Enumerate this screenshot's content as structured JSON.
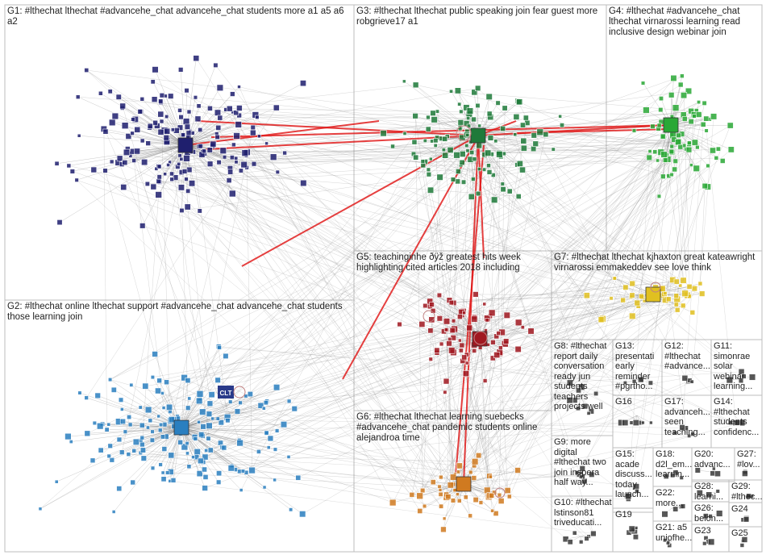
{
  "network": {
    "groups": [
      {
        "id": "G1",
        "label": "G1: #lthechat lthechat #advancehe_chat advancehe_chat students more a1 a5 a6 a2",
        "color": "#1f1f6e"
      },
      {
        "id": "G2",
        "label": "G2: #lthechat online lthechat support #advancehe_chat advancehe_chat students those learning join",
        "color": "#2a7fc0"
      },
      {
        "id": "G3",
        "label": "G3: #lthechat lthechat public speaking join fear guest more robgrieve17 a1",
        "color": "#1f7a3a"
      },
      {
        "id": "G4",
        "label": "G4: #lthechat #advancehe_chat lthechat virnarossi learning read inclusive design webinar join",
        "color": "#2aa836"
      },
      {
        "id": "G5",
        "label": "G5: teachinginhe ðÿž greatest hits week highlighting cited articles 2018 including",
        "color": "#a01820"
      },
      {
        "id": "G6",
        "label": "G6: #lthechat lthechat learning suebecks #advancehe_chat pandemic students online alejandroa time",
        "color": "#d07a20"
      },
      {
        "id": "G7",
        "label": "G7: #lthechat lthechat kjhaxton great kateawright virnarossi emmakeddev see love think",
        "color": "#e0c020"
      },
      {
        "id": "G8",
        "label": "G8: #lthechat report daily conversation ready jun students teachers projects well",
        "color": "#3a3a3a"
      },
      {
        "id": "G9",
        "label": "G9: more digital #lthechat two join inspera half way...",
        "color": "#3a3a3a"
      },
      {
        "id": "G10",
        "label": "G10: #lthechat lstinson81 triveducati...",
        "color": "#3a3a3a"
      },
      {
        "id": "G11",
        "label": "G11: simonrae solar webinar learning...",
        "color": "#3a3a3a"
      },
      {
        "id": "G12",
        "label": "G12: #lthechat #advance...",
        "color": "#3a3a3a"
      },
      {
        "id": "G13",
        "label": "G13: presentati early reminder #pgrtho...",
        "color": "#3a3a3a"
      },
      {
        "id": "G14",
        "label": "G14: #lthechat students confidenc...",
        "color": "#3a3a3a"
      },
      {
        "id": "G15",
        "label": "G15: acade discuss... today launch...",
        "color": "#3a3a3a"
      },
      {
        "id": "G16",
        "label": "G16",
        "color": "#3a3a3a"
      },
      {
        "id": "G17",
        "label": "G17: advanceh... seen teaching...",
        "color": "#3a3a3a"
      },
      {
        "id": "G18",
        "label": "G18: d2l_em... learnin...",
        "color": "#3a3a3a"
      },
      {
        "id": "G19",
        "label": "G19",
        "color": "#3a3a3a"
      },
      {
        "id": "G20",
        "label": "G20: advanc...",
        "color": "#3a3a3a"
      },
      {
        "id": "G21",
        "label": "G21: a5 uniofhe...",
        "color": "#3a3a3a"
      },
      {
        "id": "G22",
        "label": "G22: more...",
        "color": "#3a3a3a"
      },
      {
        "id": "G23",
        "label": "G23",
        "color": "#3a3a3a"
      },
      {
        "id": "G24",
        "label": "G24",
        "color": "#3a3a3a"
      },
      {
        "id": "G25",
        "label": "G25",
        "color": "#3a3a3a"
      },
      {
        "id": "G26",
        "label": "G26: belon...",
        "color": "#3a3a3a"
      },
      {
        "id": "G27",
        "label": "G27: #lov...",
        "color": "#3a3a3a"
      },
      {
        "id": "G28",
        "label": "G28: learni...",
        "color": "#3a3a3a"
      },
      {
        "id": "G29",
        "label": "G29: #lthec...",
        "color": "#3a3a3a"
      }
    ],
    "node_label": "CLT",
    "edge_color": "#8a8a8a",
    "highlight_edge_color": "#e01010",
    "box_border_color": "#bdbdbd"
  }
}
